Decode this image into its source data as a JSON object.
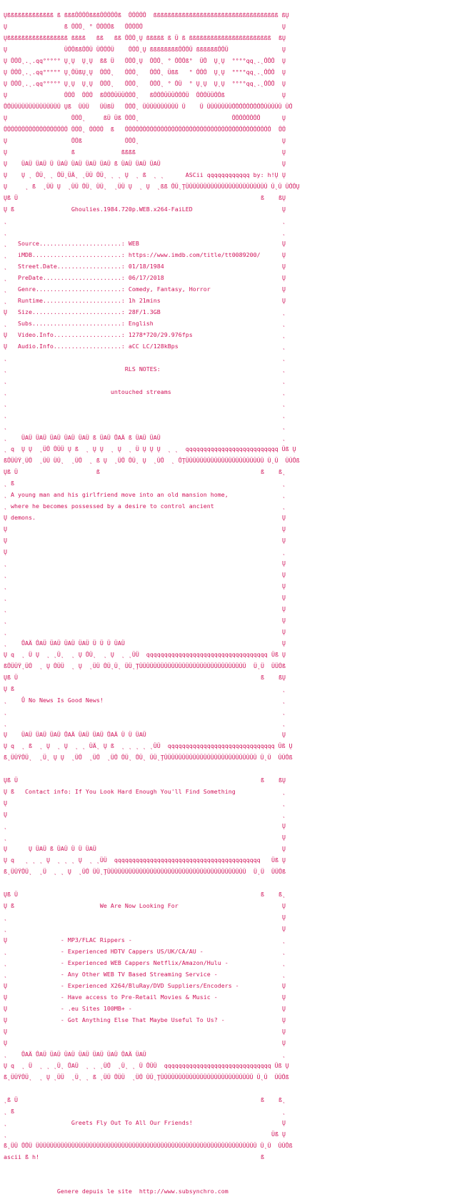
{
  "document": {
    "type": "nfo-text-viewer",
    "color": "#d0145a"
  },
  "lines": [
    {
      "l": "Ųßßßßßßßßßßßßß ß ßßßŮŮŮŮßßßŮŮŮŮŮß  ŮŮŮŮŮ  ßßßßßßßßßßßßßßßßßßßßßßßßßßßßßßßßßßß",
      "r": "ßŲ"
    },
    {
      "l": "Ų                ß ŮŮŮ˛ ° ŮŮŮŮß   ŮŮŮŮŮ",
      "r": "Ų"
    },
    {
      "l": "Ųßßßßßßßßßßßßßßßßß ßßßß   ßß   ßß ŮŮŮ˛Ų ßßßßß ß Ü ß ßßßßßßßßßßßßßßßßßßßßßßß",
      "r": "ßŲ"
    },
    {
      "l": "Ų                ÜŮŮßßŮŮÜ ÜŮŮŮÜ    ŮŮŮ˛Ų ßßßßßßßßŮŮŮÜ ßßßßßßŮŮÜ",
      "r": "Ų"
    },
    {
      "l": "Ų ŮŮŮ˛.˛.qq°°°°° Ų˛Ų  Ų˛Ų  ßß Ü   ŮŮŮ˛Ų  ŮŮŮ˛ ° ŮŮŮß°  ÜŮ  Ų˛Ų  °°°°qq˛.˛ŮŮŮ",
      "r": "Ų"
    },
    {
      "l": "Ų ŮŮŮ˛.˛.qq°°°°° Ų˛ŮÜßŲ˛Ų  ŮŮŮ˛   ŮŮŮ˛   ŮŮŮ˛ Üßß   ° ŮŮŮ  Ų˛Ų  °°°°qq˛.˛ŮŮŮ",
      "r": "Ų"
    },
    {
      "l": "Ų ŮŮŮ˛.˛.qq°°°°° Ų˛Ų  Ų˛Ų  ŮŮŮ˛   ŮŮŮ˛   ŮŮŮ˛ ° ŮÜ  ° Ų˛Ų  Ų˛Ų  °°°°qq˛.˛ŮŮŮ",
      "r": "Ų"
    },
    {
      "l": "Ų                ŮŮŮ  ŮŮŮ  ßŮŮŮÜÜÜŮŮŮ˛   ßŮŮŮÜÜÜŮŮŮÜ  ŮŮŮÜÜŮŮß",
      "r": "Ų"
    },
    {
      "l": "ŮŮÜÜÜÜÜÜÜÜÜÜÜÜÜÜ Ųß  ÜÜÜ   ÜÜßÜ   ŮŮŮ˛ ÜÜÜÜÜÜÜÜÜÜ Ü    Ü ÜÜÜÜÜÜÜŮŮŮŮŮŮŮŮŮÜÜÜÜÜ",
      "r": "ÜŮ"
    },
    {
      "l": "Ų                  ŮŮŮ˛     ßÜ Üß ŮŮŮ˛                          ŮŮŮŮŮŮŮŮ",
      "r": "Ų"
    },
    {
      "l": "ŮŮŮŮŮŮŮŮŮŮŮŮŮŮŮŮŮŮ ŮŮŮ˛ ŮŮŮŮ  ß   ŮŮŮŮŮŮŮŮŮŮŮŮŮŮŮŮŮŮŮŮŮŮŮŮŮŮŮŮŮŮŮŮŮŮŮŮŮŮŮŮŮ",
      "r": "ŮŮ"
    },
    {
      "l": "Ų                  ŮŮß            ŮŮŮ˛",
      "r": "Ų"
    },
    {
      "l": "Ų                  ß             ßßßß",
      "r": "Ų"
    },
    {
      "l": "Ų    ÜAÜ ÜAÜ Ü ÜAÜ ÜAÜ ÜAÜ ÜAÜ ß ÜAÜ ÜAÜ ÜAÜ",
      "r": "Ų"
    },
    {
      "l": "Ų    Ų ˛ ŮÜ˛ ˛ ŮÜ˛ÜÄ˛ ˛ÜÜ ŮÜ˛ ˛ ˛ Ų  ˛ ß  ˛ ˛      ASCii qqqqqqqqqqqq by: h!Ų",
      "r": "Ų"
    },
    {
      "l": "Ų     ˛ ß  ˛ÜÜ Ų  ˛ÜÜ ŮÜ˛ ÜÜ˛  ˛ÜÜ Ų  ˛ Ų  ˛ßß ŮÜ˛ŢÜÜÜÜÜÜÜÜÜÜÜÜÜÜÜÜÜÜÜÜÜÜÜ Ü˛Ü",
      "r": "ÜŮŮŲ"
    },
    {
      "l": "Ųß Ü",
      "r": "ß    ßŲ"
    },
    {
      "l": "Ų ß                Ghoulies.1984.720p.WEB.x264-FaiLED",
      "r": "Ų"
    },
    {
      "l": "˛",
      "r": "˛"
    },
    {
      "l": "˛",
      "r": "˛"
    },
    {
      "l": "˛   Source.......................: WEB",
      "r": "Ų"
    },
    {
      "l": "˛   iMDB.........................: https://www.imdb.com/title/tt0089200/",
      "r": "Ų"
    },
    {
      "l": "˛   Street.Date..................: 01/18/1984",
      "r": "Ų"
    },
    {
      "l": "˛   PreDate......................: 06/17/2018",
      "r": "Ų"
    },
    {
      "l": "˛   Genre........................: Comedy, Fantasy, Horror",
      "r": "Ų"
    },
    {
      "l": "˛   Runtime......................: 1h 21mins",
      "r": "Ų"
    },
    {
      "l": "Ų   Size.........................: 28F/1.3GB",
      "r": "˛"
    },
    {
      "l": "˛   Subs.........................: English",
      "r": "˛"
    },
    {
      "l": "Ų   Video.Info...................: 1278*720/29.976fps",
      "r": "˛"
    },
    {
      "l": "Ų   Audio.Info...................: aCC LC/128kBps",
      "r": "˛"
    },
    {
      "l": "˛",
      "r": "˛"
    },
    {
      "l": "˛                                 RLS NOTES:",
      "r": "˛"
    },
    {
      "l": "˛",
      "r": "˛"
    },
    {
      "l": "˛                             untouched streams",
      "r": "˛"
    },
    {
      "l": "˛",
      "r": "˛"
    },
    {
      "l": "˛",
      "r": "˛"
    },
    {
      "l": "˛",
      "r": "˛"
    },
    {
      "l": "˛    ÜAÜ ÜAÜ ÜAÜ ÜAÜ ÜAÜ ß ÜAÜ ŮAÄ ß ÜAÜ ÜAÜ",
      "r": "˛"
    },
    {
      "l": "˛ q  Ų Ų  ˛ÜŮ ŮÜÜ Ų ß  ˛ Ų Ų  ˛ Ų  ˛ Ü Ų Ų Ų  ˛ ˛  qqqqqqqqqqqqqqqqqqqqqqqqqq",
      "r": "Üß Ų"
    },
    {
      "l": "ßŮÜÜŸ˛ÜŮ  ˛ÜÜ ÜÜ˛  ˛ÜŮ  ˛ ß Ų  ˛ÜŮ ŮÜ˛ Ų  ˛ÜŮ  ˛ ŮŢÜÜÜÜÜÜÜÜÜÜÜÜÜÜÜÜÜÜÜÜÜÜ",
      "r": "Ü˛Ü  ÜÜŮß"
    },
    {
      "l": "Ųß Ü                      ß",
      "r": "ß    ß˛"
    },
    {
      "l": "˛ ß",
      "r": "˛"
    },
    {
      "l": "˛ A young man and his girlfriend move into an old mansion home,",
      "r": "˛"
    },
    {
      "l": "˛ where he becomes possessed by a desire to control ancient",
      "r": "˛"
    },
    {
      "l": "Ų demons.",
      "r": "Ų"
    },
    {
      "l": "Ų",
      "r": "Ų"
    },
    {
      "l": "Ų",
      "r": "Ų"
    },
    {
      "l": "Ų",
      "r": "˛"
    },
    {
      "l": "˛",
      "r": "Ų"
    },
    {
      "l": "˛",
      "r": "Ų"
    },
    {
      "l": "˛",
      "r": "Ų"
    },
    {
      "l": "˛",
      "r": "Ų"
    },
    {
      "l": "˛",
      "r": "Ų"
    },
    {
      "l": "˛",
      "r": "Ų"
    },
    {
      "l": "˛",
      "r": "Ų"
    },
    {
      "l": "˛    ŮAÄ ŮAÜ ÜAÜ ÜAÜ ÜAÜ Ü Ü Ü ÜAÜ",
      "r": "Ų"
    },
    {
      "l": "Ų q  ˛ Ü Ų  ˛ ˛Ü˛  ˛ Ų ŮÜ˛  ˛ Ų  ˛ ˛ÜÜ  qqqqqqqqqqqqqqqqqqqqqqqqqqqqqqqqqq",
      "r": "Üß Ų"
    },
    {
      "l": "ßŮÜÜŸ˛ÜŮ  ˛ Ų ŮÜÜ  ˛ Ų  ˛ÜÜ ŮÜ˛Ü˛ ÜÜ˛ŢÜÜÜÜÜÜÜÜÜÜÜÜÜÜÜÜÜÜÜÜÜÜÜÜÜÜÜÜÜÜ",
      "r": "Ü˛Ü  ÜÜŮß"
    },
    {
      "l": "Ųß Ü",
      "r": "ß    ßŲ"
    },
    {
      "l": "Ų ß",
      "r": "˛"
    },
    {
      "l": "˛    Ǘ No News Is Good News!",
      "r": "˛"
    },
    {
      "l": "˛",
      "r": "˛"
    },
    {
      "l": "˛",
      "r": "˛"
    },
    {
      "l": "Ų    ÜAÜ ÜAÜ ÜAÜ ŮAÄ ÜAÜ ÜAÜ ŮAÄ Ü Ü ÜAÜ",
      "r": "Ų"
    },
    {
      "l": "Ų q  ˛ ß  ˛ Ų  ˛ Ų  ˛ ˛ ÜÄ˛ Ų ß  ˛ ˛ ˛ ˛ ˛ÜÜ  qqqqqqqqqqqqqqqqqqqqqqqqqqqqqq",
      "r": "Üß Ų"
    },
    {
      "l": "ß˛ÜÜŸŮÜ˛  ˛Ü˛ Ų Ų  ˛ÜŮ  ˛ÜŮ  ˛ÜŮ ŮÜ˛ ŮÜ˛ ÜÜ˛ŢÜÜÜÜÜÜÜÜÜÜÜÜÜÜÜÜÜÜÜÜÜÜÜÜÜÜ",
      "r": "Ü˛Ü  ÜÜŮß"
    },
    {
      "l": "",
      "r": ""
    },
    {
      "l": "Ųß Ü",
      "r": "ß    ßŲ"
    },
    {
      "l": "Ų ß   Contact info: If You Look Hard Enough You'll Find Something",
      "r": "˛"
    },
    {
      "l": "Ų",
      "r": "˛"
    },
    {
      "l": "Ų",
      "r": "˛"
    },
    {
      "l": "˛",
      "r": "Ų"
    },
    {
      "l": "˛",
      "r": "Ų"
    },
    {
      "l": "Ų      Ų ÜAÜ ß ÜAÜ Ü Ü ÜAÜ",
      "r": "Ų"
    },
    {
      "l": "Ų q   ˛ ˛ ˛ Ų  ˛ ˛ ˛ Ų  ˛ ˛ÜÜ  qqqqqqqqqqqqqqqqqqqqqqqqqqqqqqqqqqqqqqqqq",
      "r": "Üß Ų"
    },
    {
      "l": "ß˛ÜÜŸŮÜ˛  ˛Ü  ˛ ˛ Ų  ˛ÜŮ ÜÜ˛ŢÜÜÜÜÜÜÜÜÜÜÜÜÜÜÜÜÜÜÜÜÜÜÜÜÜÜÜÜÜÜÜÜÜÜÜÜÜÜÜ",
      "r": "Ü˛Ü  ÜÜŮß"
    },
    {
      "l": "",
      "r": ""
    },
    {
      "l": "Ųß Ü",
      "r": "ß    ß˛"
    },
    {
      "l": "Ų ß                        We Are Now Looking For",
      "r": "Ų"
    },
    {
      "l": "˛",
      "r": "Ų"
    },
    {
      "l": "˛",
      "r": "Ų"
    },
    {
      "l": "Ų               - MP3/FLAC Rippers -",
      "r": "˛"
    },
    {
      "l": "˛               - Experienced HDTV Cappers US/UK/CA/AU -",
      "r": "˛"
    },
    {
      "l": "˛               - Experienced WEB Cappers Netflix/Amazon/Hulu -",
      "r": "˛"
    },
    {
      "l": "˛               - Any Other WEB TV Based Streaming Service -",
      "r": "˛"
    },
    {
      "l": "Ų               - Experienced X264/BluRay/DVD Suppliers/Encoders -",
      "r": "Ų"
    },
    {
      "l": "Ų               - Have access to Pre-Retail Movies & Music -",
      "r": "Ų"
    },
    {
      "l": "Ų               - .eu Sites 100MB+ -",
      "r": "Ų"
    },
    {
      "l": "Ų               - Got Anything Else That Maybe Useful To Us? -",
      "r": "Ų"
    },
    {
      "l": "Ų",
      "r": "Ų"
    },
    {
      "l": "Ų",
      "r": "Ų"
    },
    {
      "l": "˛    ŮAÄ ŮAÜ ÜAÜ ÜAÜ ÜAÜ ÜAÜ ÜAÜ ŮAÄ ÜAÜ",
      "r": "˛"
    },
    {
      "l": "Ų q  ˛ Ü  ˛ ˛ ˛Ü˛ ŮAÜ  ˛ ˛ ˛ÜŮ  ˛Ü˛ ˛ Ü ŮÜÜ  qqqqqqqqqqqqqqqqqqqqqqqqqqqqqq",
      "r": "Üß Ų"
    },
    {
      "l": "ß˛ÜÜŸŮÜ˛  ˛ Ų ˛ÜÜ  ˛Ü˛ ˛ ß ˛ÜÜ ŮÜÜ  ˛ÜŮ ÜÜ˛ŢÜÜÜÜÜÜÜÜÜÜÜÜÜÜÜÜÜÜÜÜÜÜÜÜÜÜ",
      "r": "Ü˛Ü  ÜÜŮß"
    },
    {
      "l": "",
      "r": ""
    },
    {
      "l": "˛ß Ü",
      "r": "ß    ß˛"
    },
    {
      "l": "˛ ß",
      "r": "˛"
    },
    {
      "l": "˛                  Greets Fly Out To All Our Friends!",
      "r": "Ų"
    },
    {
      "l": "˛",
      "r": "Üß Ų"
    },
    {
      "l": "ß˛ÜÜ ŮŮÜ ÜÜÜÜÜÜÜÜÜÜÜÜÜÜÜÜÜÜÜÜÜÜÜÜÜÜÜÜÜÜÜÜÜÜÜÜÜÜÜÜÜÜÜÜÜÜÜÜÜÜÜÜÜÜÜÜÜÜÜÜÜÜ",
      "r": "Ü˛Ü  ÜÜŮß"
    },
    {
      "l": "ascii ß h!",
      "r": "ß      "
    },
    {
      "l": "",
      "r": ""
    },
    {
      "l": "",
      "r": ""
    },
    {
      "l": "               Genere depuis le site  http://www.subsynchro.com",
      "r": ""
    }
  ]
}
